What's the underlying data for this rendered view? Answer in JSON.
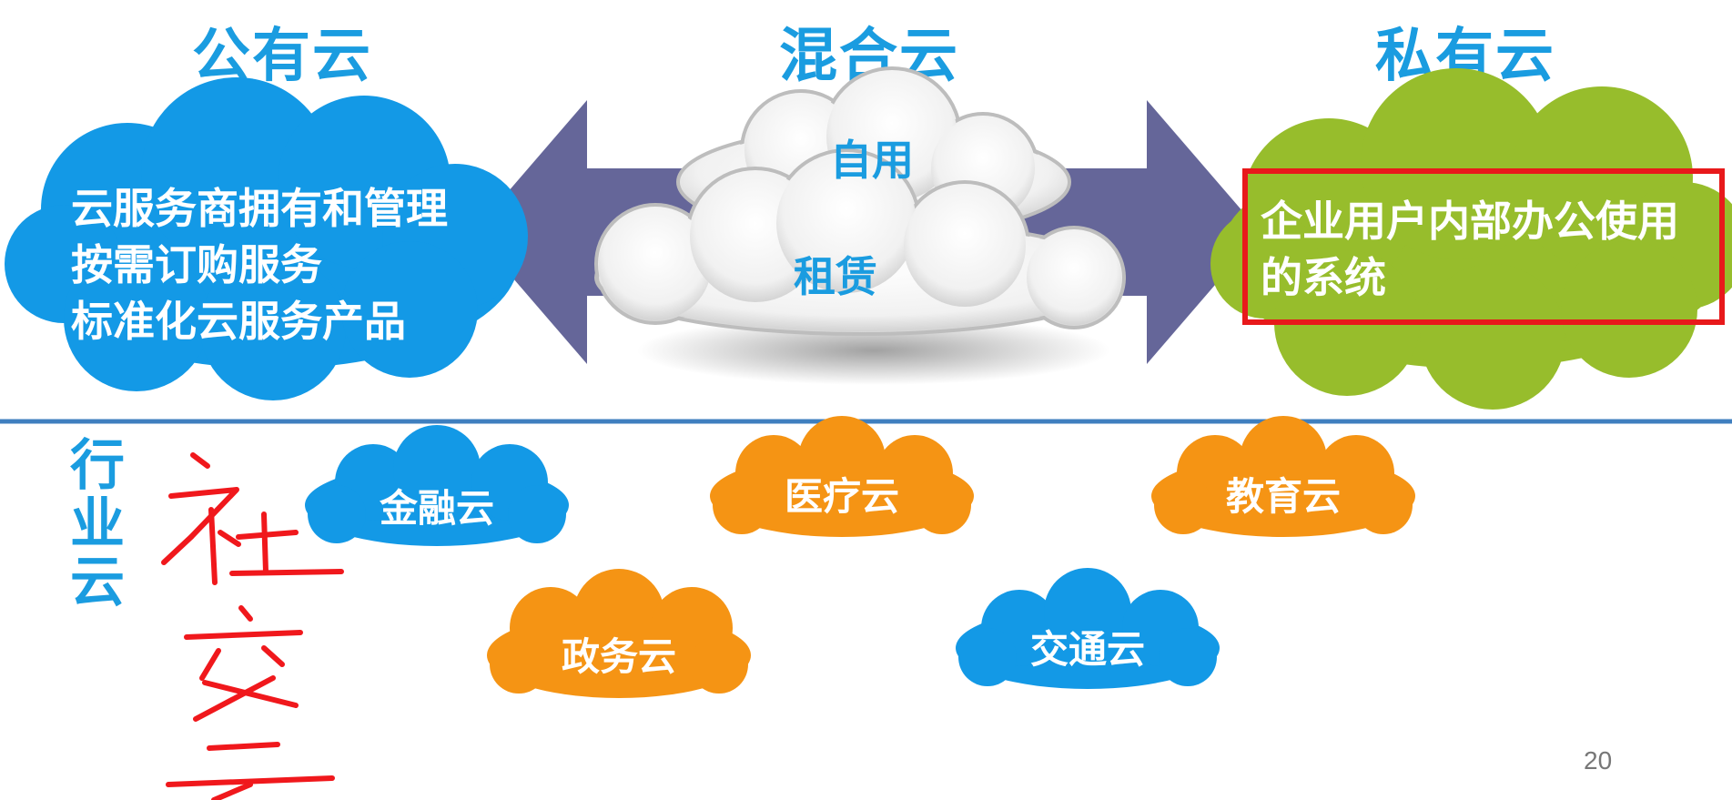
{
  "titles": {
    "public": "公有云",
    "hybrid": "混合云",
    "private": "私有云"
  },
  "public_cloud": {
    "lines": [
      "云服务商拥有和管理",
      "按需订购服务",
      "标准化云服务产品"
    ]
  },
  "hybrid_cloud": {
    "top_label": "自用",
    "bottom_label": "租赁"
  },
  "private_cloud": {
    "line1": "企业用户内部办公使用",
    "line2": "的系统"
  },
  "industry": {
    "label": "行业云",
    "clouds": {
      "finance": "金融云",
      "medical": "医疗云",
      "education": "教育云",
      "government": "政务云",
      "transport": "交通云"
    },
    "handwritten_note": "社交云"
  },
  "page_number": "20",
  "colors": {
    "title_blue": "#1a9ce0",
    "cloud_blue": "#1399e6",
    "cloud_green": "#97bd2c",
    "cloud_orange": "#f59414",
    "arrow_purple": "#656699",
    "divider": "#3f7fbf",
    "highlight_red": "#e8191b",
    "handwriting_red": "#f0181c"
  }
}
